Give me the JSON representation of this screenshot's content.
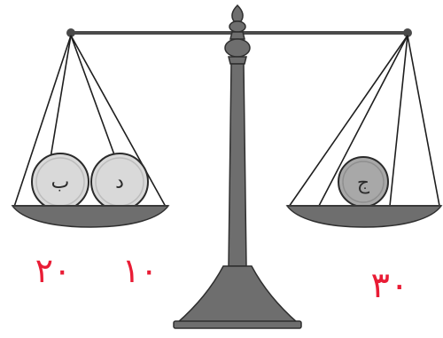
{
  "colors": {
    "metal": "#6e6e6e",
    "metal_dark": "#4a4a4a",
    "coin_light": "#d9d9d9",
    "coin_medium": "#a8a8a8",
    "ink": "#1e1e1e",
    "handwriting": "#e8102a"
  },
  "coins": {
    "left_first": "ب",
    "left_second": "د",
    "right": "ج"
  },
  "handwritten": {
    "left_first_value": "٢٠",
    "left_second_value": "١٠",
    "right_value": "٣٠"
  }
}
